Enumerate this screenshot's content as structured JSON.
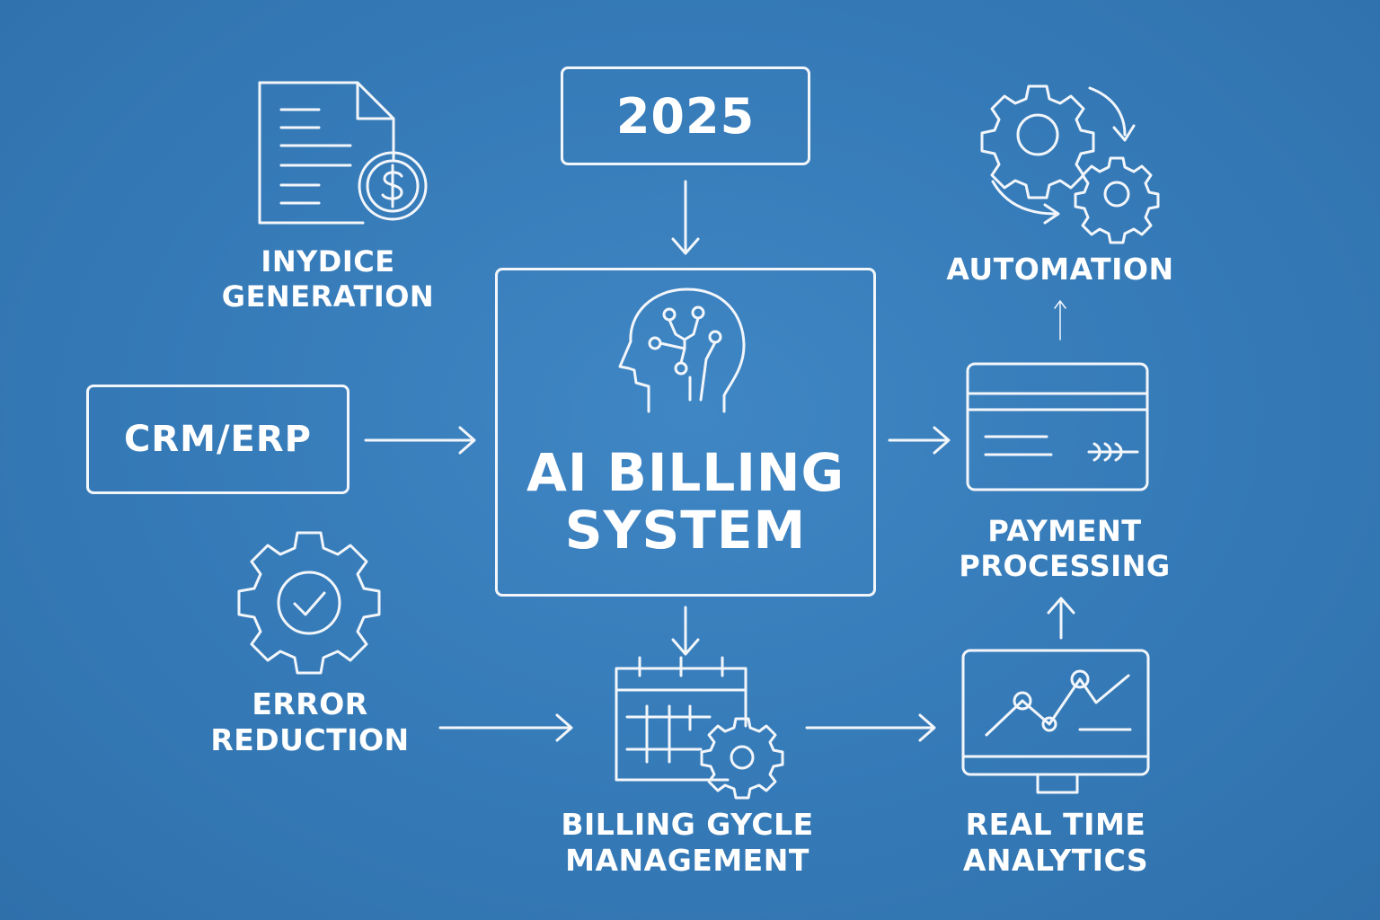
{
  "year": "2025",
  "center": {
    "line1": "AI BILLING",
    "line2": "SYSTEM"
  },
  "crm": "CRM/ERP",
  "invoice": {
    "line1": "INYDICE",
    "line2": "GENERATION"
  },
  "automation": "AUTOMATION",
  "payment": {
    "line1": "PAYMENT",
    "line2": "PROCESSING"
  },
  "error": {
    "line1": "ERROR",
    "line2": "REDUCTION"
  },
  "billing_cycle": {
    "line1": "BILLING GYCLE",
    "line2": "MANAGEMENT"
  },
  "analytics": {
    "line1": "REAL TIME",
    "line2": "ANALYTICS"
  },
  "icons": {
    "invoice": "invoice-dollar-icon",
    "automation": "gears-cycle-icon",
    "ai": "ai-head-icon",
    "payment": "credit-card-icon",
    "error": "gear-check-icon",
    "calendar": "calendar-gear-icon",
    "analytics": "monitor-chart-icon"
  },
  "colors": {
    "background": "#3479b6",
    "stroke": "#f2f6fb"
  }
}
